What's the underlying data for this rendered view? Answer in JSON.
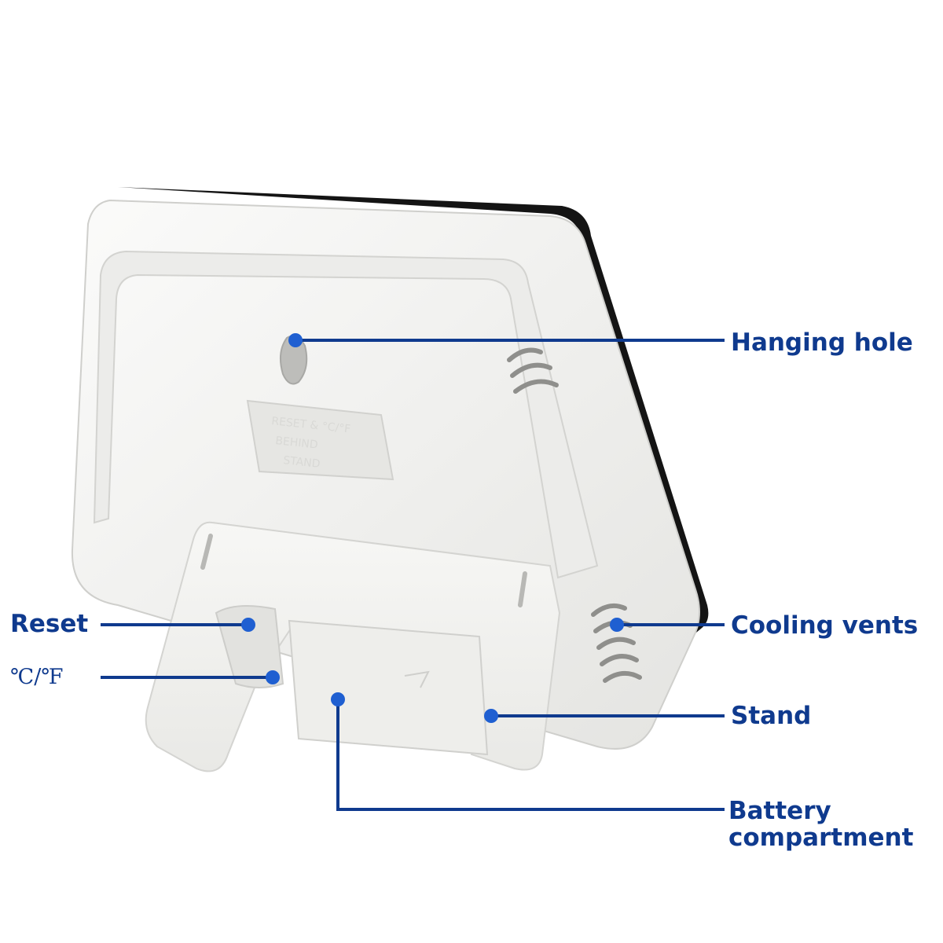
{
  "product": {
    "back_panel_embossed_text": [
      "RESET & °C/°F",
      "BEHIND",
      "STAND"
    ]
  },
  "callouts": {
    "hanging_hole": "Hanging hole",
    "cooling_vents": "Cooling vents",
    "stand": "Stand",
    "battery_line1": "Battery",
    "battery_line2": "compartment",
    "reset": "Reset",
    "temp_unit": "℃/℉"
  },
  "colors": {
    "callout": "#0f3a8e",
    "callout_dot": "#1f5fd1",
    "device_body": "#f4f4f2",
    "device_shadow": "#d9d9d6",
    "bezel": "#141414"
  }
}
